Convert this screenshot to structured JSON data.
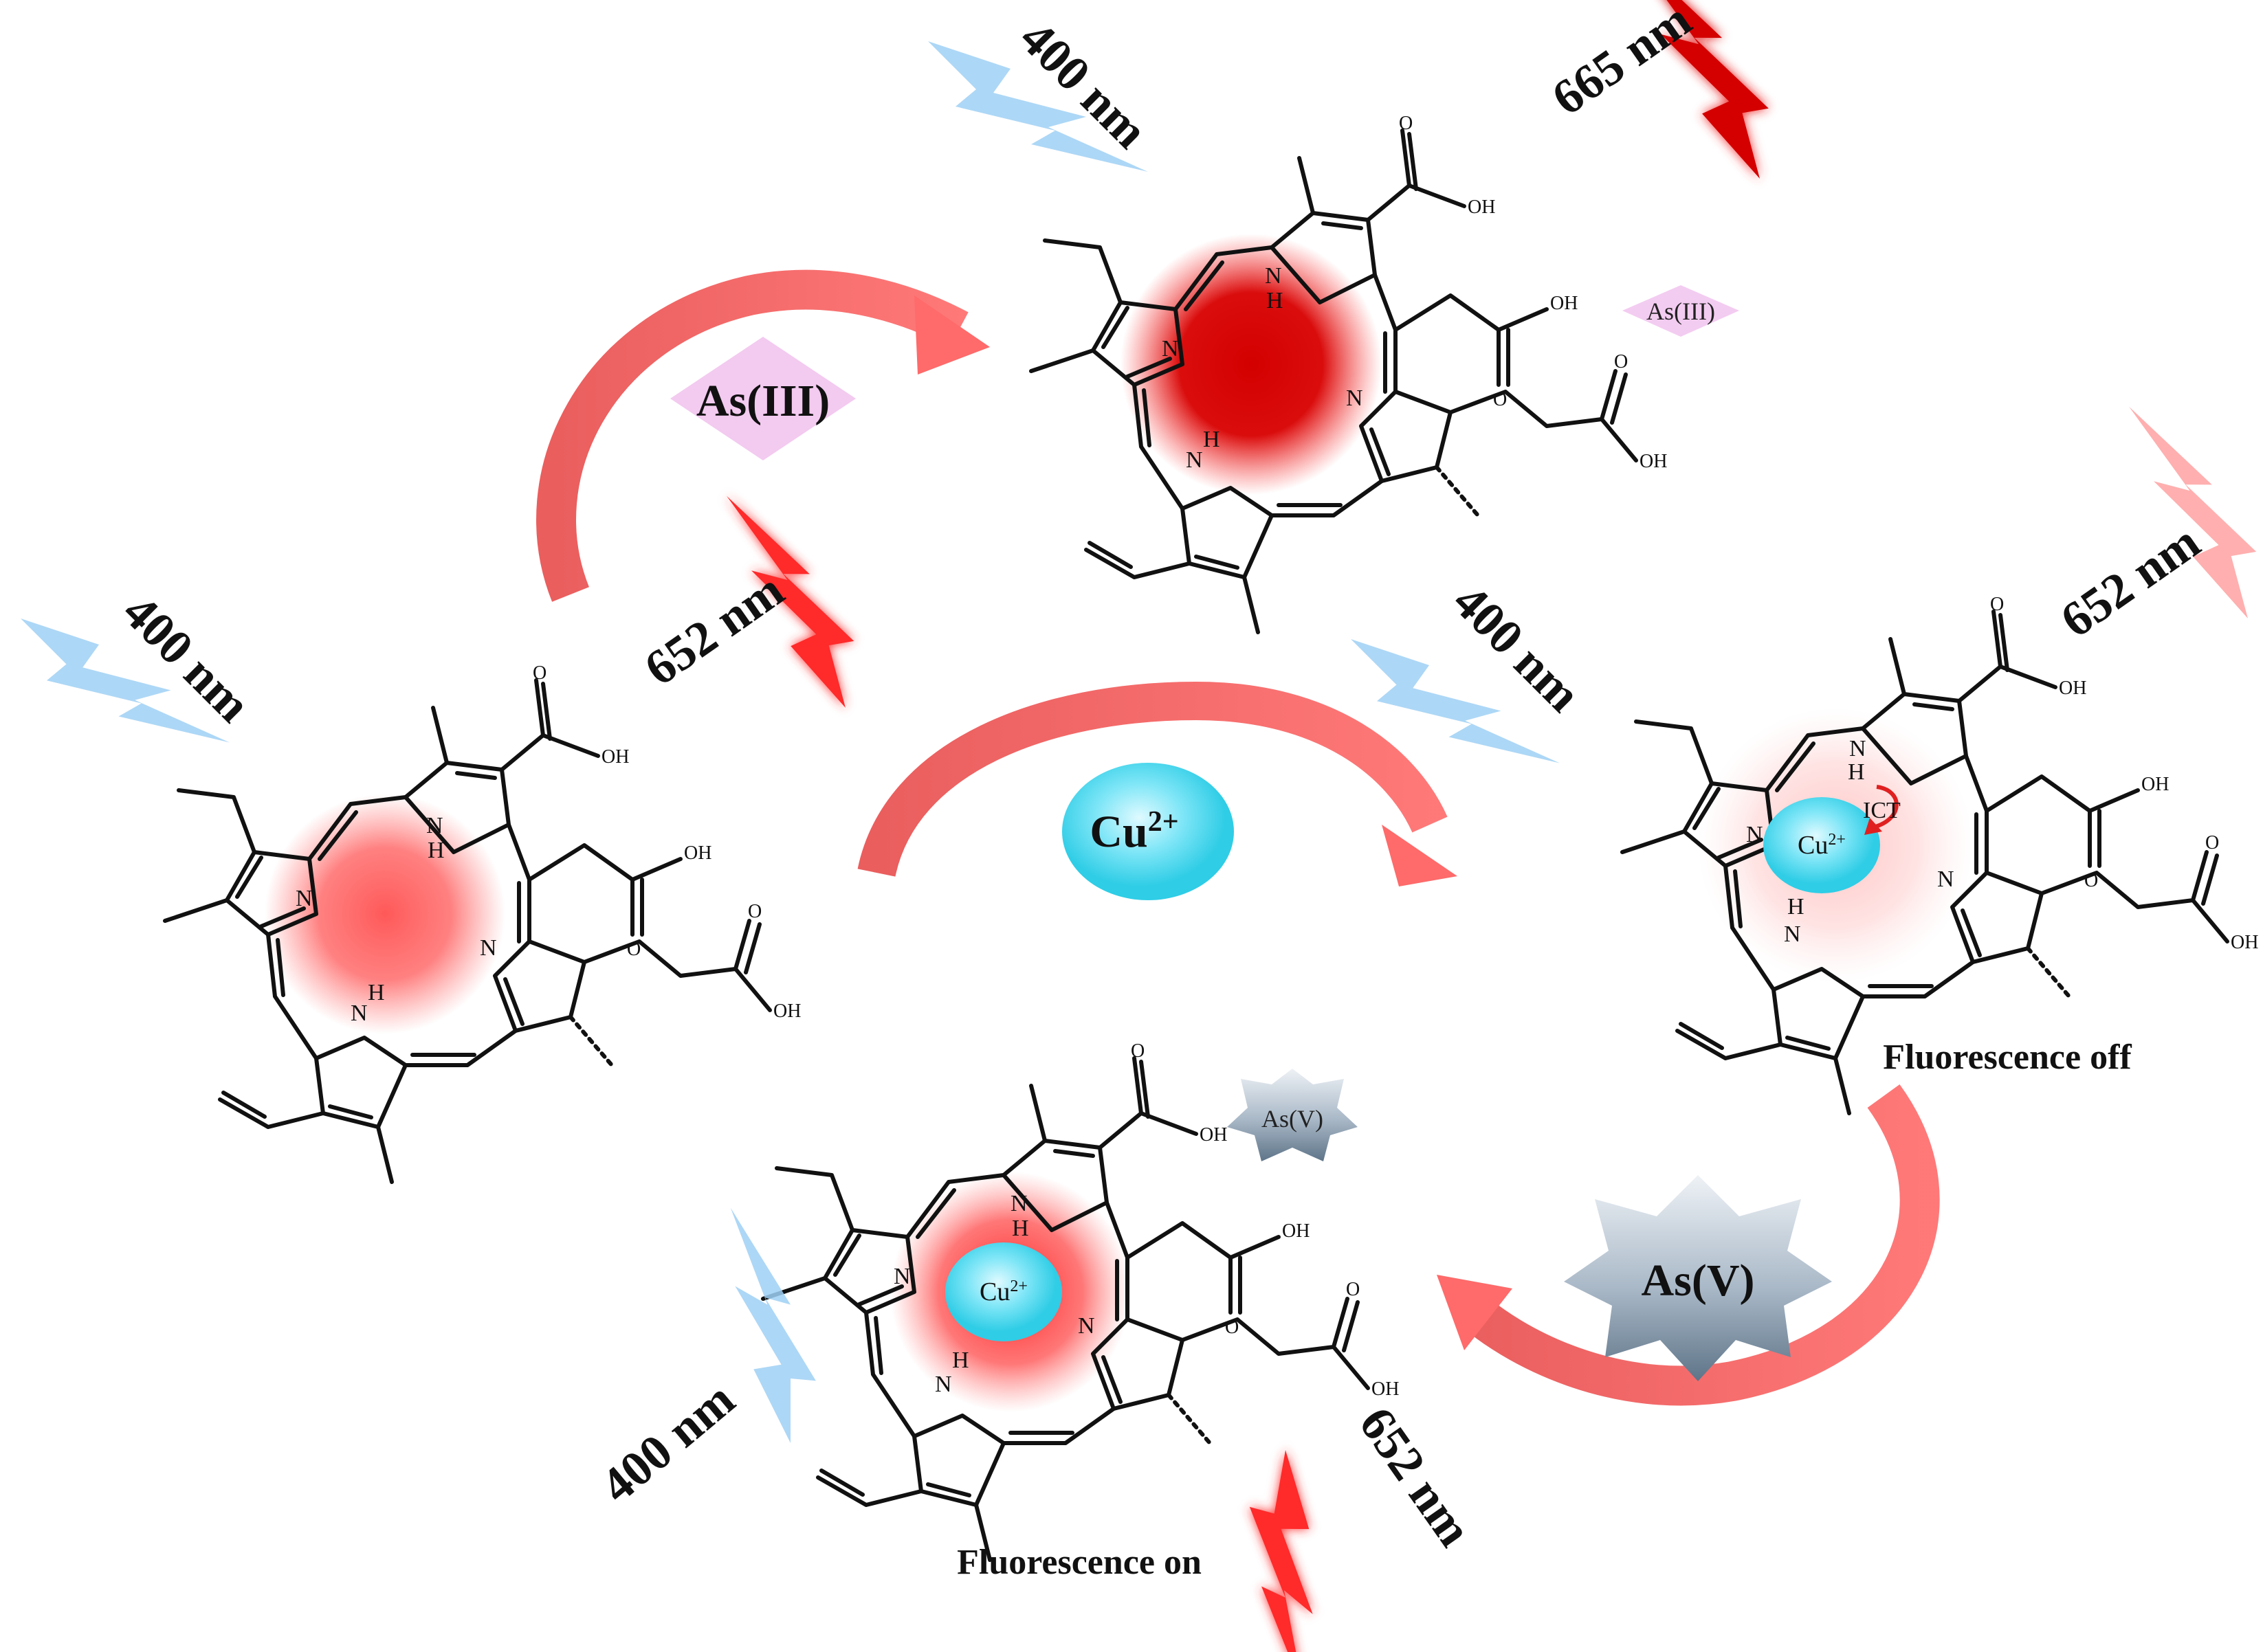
{
  "wavelengths": {
    "excitation": "400 nm",
    "emission_high": "665 nm",
    "emission_normal": "652 nm"
  },
  "reagents": {
    "as3": "As(III)",
    "cu": "Cu",
    "cu_charge": "2+",
    "as5": "As(V)"
  },
  "captions": {
    "off": "Fluorescence off",
    "on": "Fluorescence on"
  },
  "mechanism": {
    "ict": "ICT"
  },
  "atoms": {
    "n": "N",
    "h": "H",
    "oh": "OH",
    "o": "O"
  },
  "colors": {
    "emission_strong": "#d40000",
    "emission_normal": "#ff3333",
    "emission_faint": "#ff9b9b",
    "excitation": "#9fd0f5",
    "arrow": "#ee4a4a",
    "cu_ion": "#3fd6ee",
    "as3_badge": "#f2c6ef",
    "as5_badge": "#8fa3b6"
  }
}
